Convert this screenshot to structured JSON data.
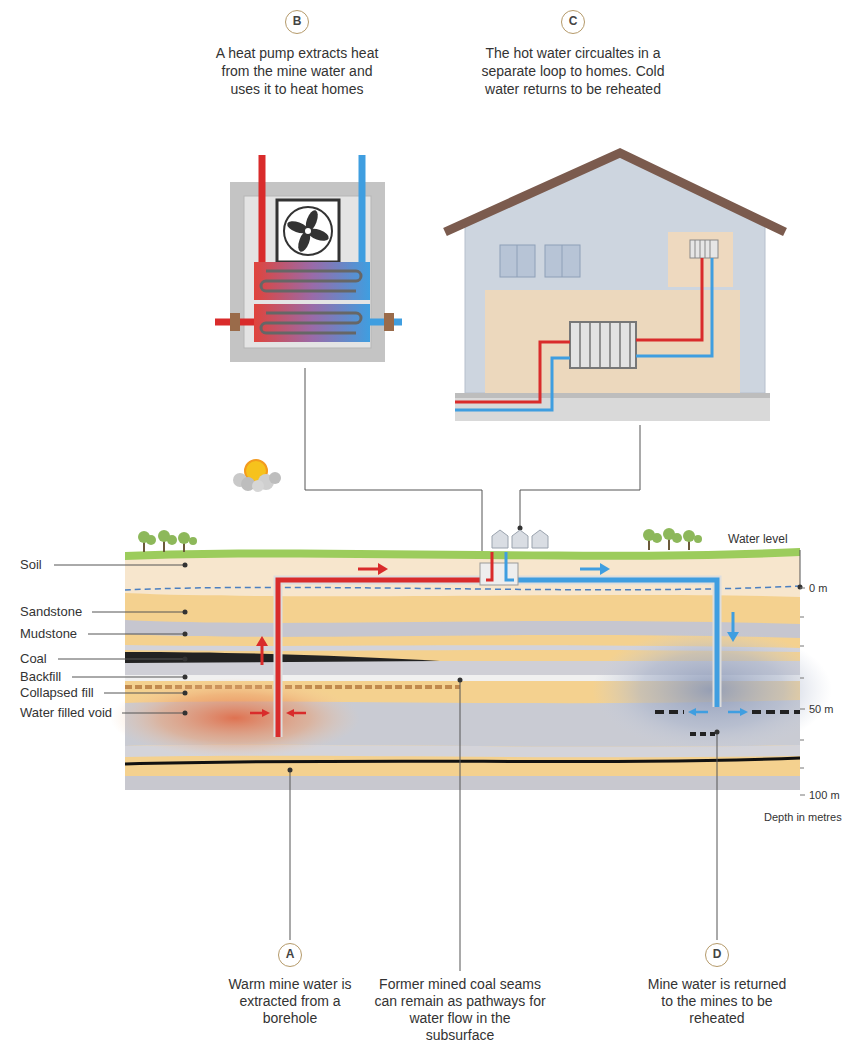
{
  "diagram": {
    "labels": [
      "B",
      "A heat pump extracts heat from the mine water and uses it to heat homes",
      "C",
      "The hot water circualtes in a separate loop to homes. Cold water returns to be reheated",
      "Water level",
      "Soil",
      "Sandstone",
      "Mudstone",
      "Coal",
      "Backfill",
      "Collapsed fill",
      "Water filled void",
      "0 m",
      "50 m",
      "100 m",
      "Depth in metres",
      "A",
      "Warm mine water is extracted from a borehole",
      "Former mined coal seams can remain as pathways for water flow in the subsurface",
      "D",
      "Mine water is returned to the mines to be reheated"
    ]
  }
}
